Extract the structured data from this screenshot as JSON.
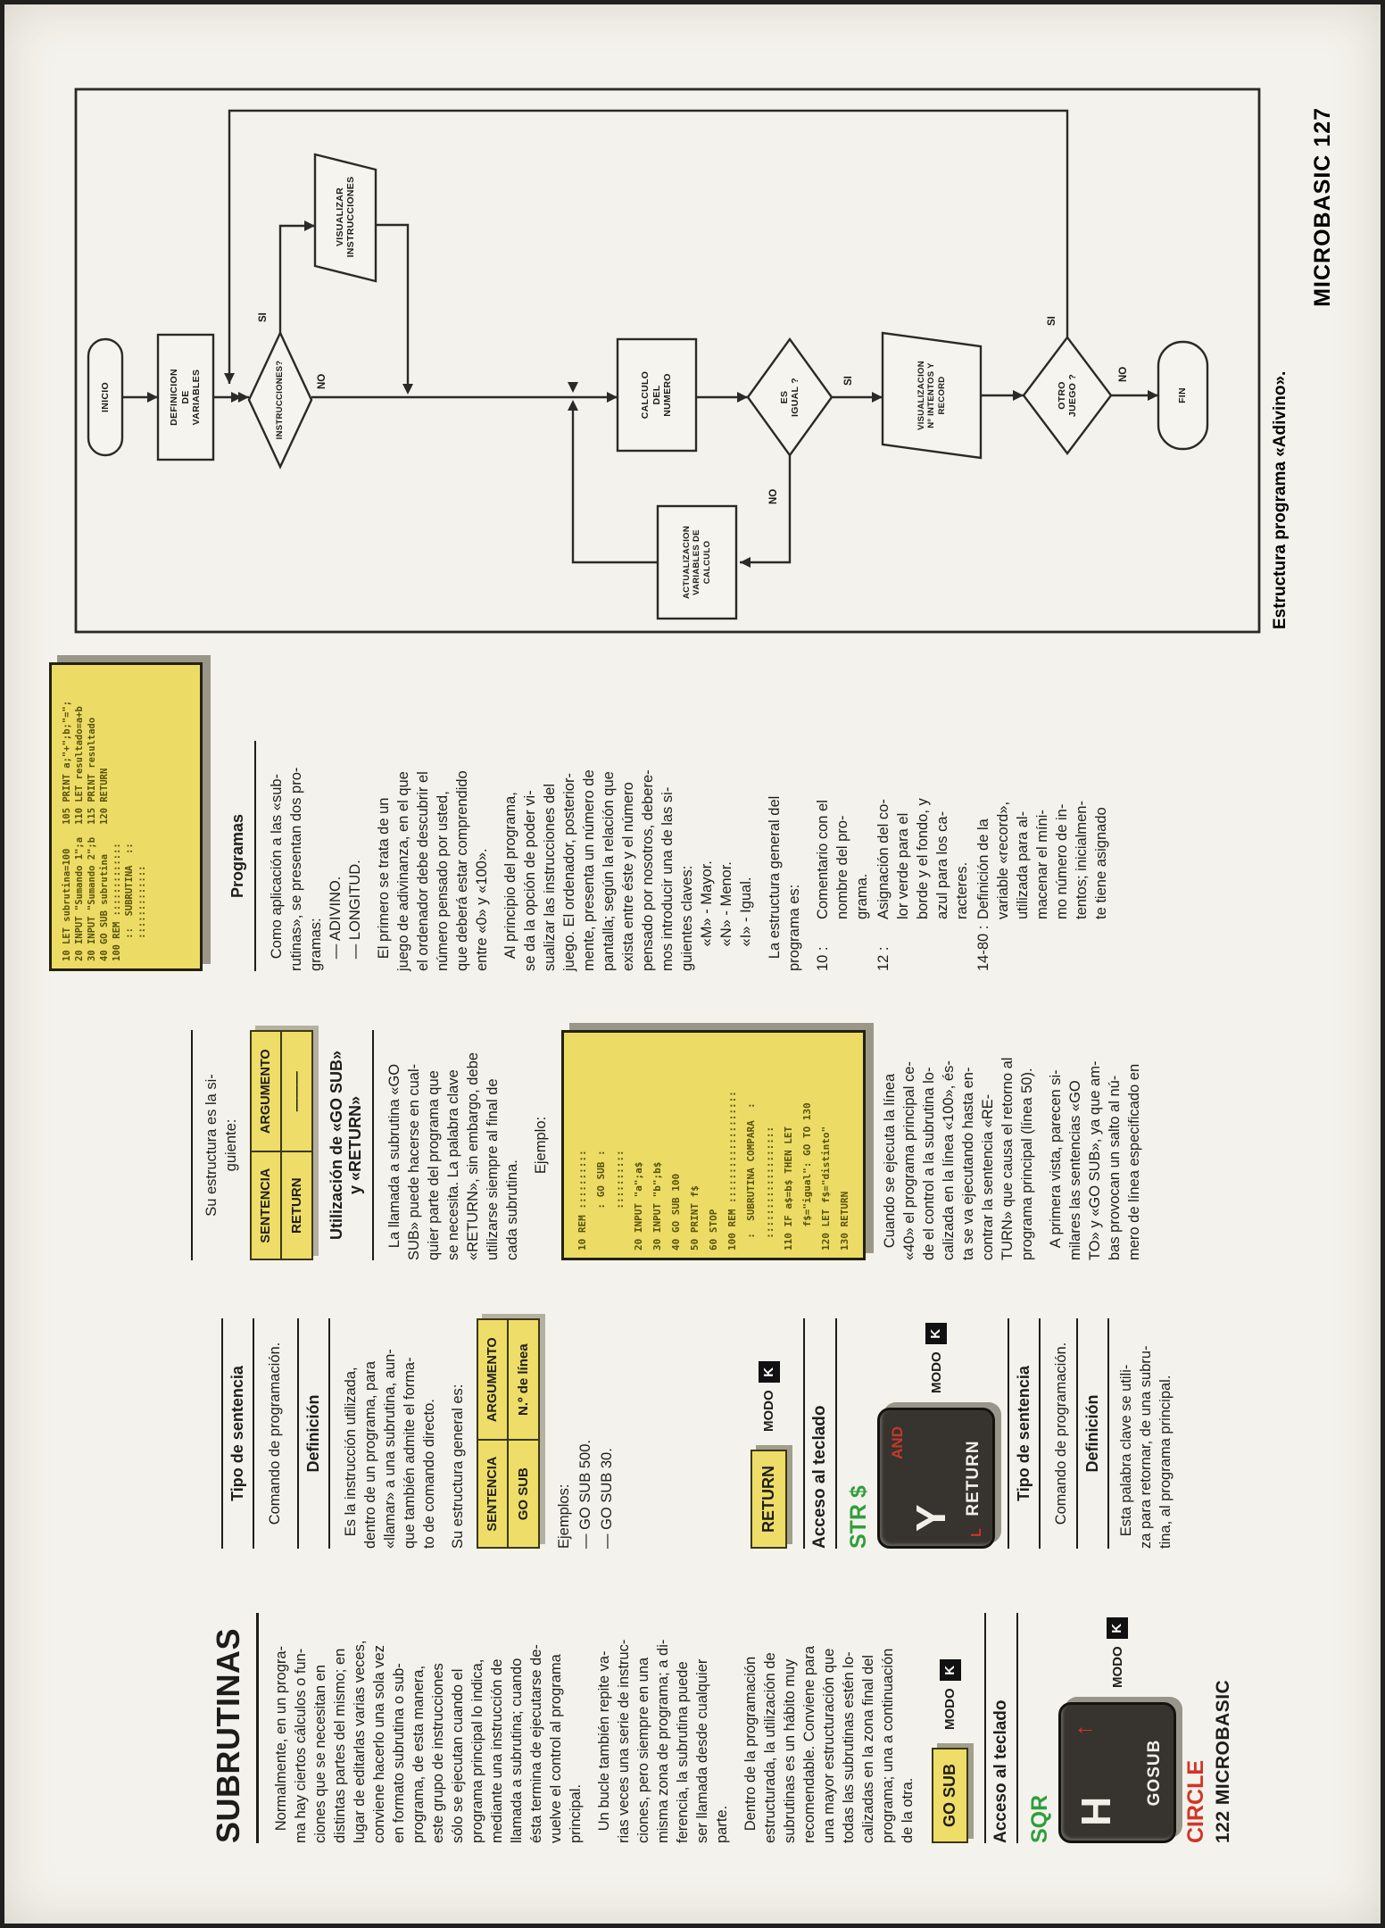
{
  "page": {
    "footer_left": "122 MICROBASIC",
    "footer_right": "MICROBASIC 127",
    "caption": "Estructura programa «Adivino».",
    "accent_yellow": "#eedd68",
    "key_dark": "#37332e",
    "green": "#2f9e3d",
    "red": "#d03527"
  },
  "col1": {
    "title": "SUBRUTINAS",
    "p1": "   Normalmente, en un progra-\nma hay ciertos cálculos o fun-\nciones que se necesitan en\ndistintas partes del mismo; en\nlugar de editarlas varias veces,\nconviene hacerlo una sola vez\nen formato subrutina o sub-\nprograma, de esta manera,\neste grupo de instrucciones\nsólo se ejecutan cuando el\nprograma principal lo indica,\nmediante una instrucción de\nllamada a subrutina; cuando\nésta termina de ejecutarse de-\nvuelve el control al programa\nprincipal.",
    "p2": "   Un bucle también repite va-\nrias veces una serie de instruc-\nciones, pero siempre en una\nmisma zona de programa; a di-\nferencia, la subrutina puede\nser llamada desde cualquier\nparte.",
    "p3": "   Dentro de la programación\nestructurada, la utilización de\nsubrutinas es un hábito muy\nrecomendable. Conviene para\nuna mayor estructuración que\ntodas las subrutinas estén lo-\ncalizadas en la zona final del\nprograma; una a continuación\nde la otra.",
    "chip": "GO SUB",
    "modo": "MODO",
    "modo_key": "K",
    "acceso": "Acceso al teclado",
    "green_word": "SQR",
    "key": {
      "letter": "H",
      "arrow": "↑",
      "word": "GOSUB"
    },
    "red_word": "CIRCLE"
  },
  "col2": {
    "h_tipo": "Tipo de sentencia",
    "comando": "Comando de programación.",
    "h_def": "Definición",
    "def": "   Es la instrucción utilizada,\ndentro de un programa, para\n«llamar» a una subrutina, aun-\nque también admite el forma-\nto de comando directo.",
    "estructura": "Su estructura general es:",
    "table": {
      "header": [
        "SENTENCIA",
        "ARGUMENTO"
      ],
      "row": [
        "GO SUB",
        "N.º de línea"
      ]
    },
    "ejemplos": "Ejemplos:",
    "ej1": "— GO SUB 500.",
    "ej2": "— GO SUB 30.",
    "chip": "RETURN",
    "modo": "MODO",
    "modo_key": "K",
    "acceso": "Acceso al teclado",
    "green_word": "STR $",
    "key": {
      "letter": "Y",
      "topword": "AND",
      "word": "RETURN",
      "extra": "L"
    },
    "h_tipo2": "Tipo de sentencia",
    "comando2": "Comando de programación.",
    "h_def2": "Definición",
    "def2": "   Esta palabra clave se utili-\nza para retornar, de una subru-\ntina, al programa principal."
  },
  "col3": {
    "estructura": "Su estructura es la si-\nguiente:",
    "table": {
      "header": [
        "SENTENCIA",
        "ARGUMENTO"
      ],
      "row": [
        "RETURN",
        "———"
      ]
    },
    "h_util": "Utilización de «GO SUB»\ny «RETURN»",
    "util": "   La llamada a subrutina «GO\nSUB» puede hacerse en cual-\nquier parte del programa que\nse necesita. La palabra clave\n«RETURN», sin embargo, debe\nutilizarse siempre al final de\ncada subrutina.",
    "ejemplo": "Ejemplo:",
    "code": "10 REM ::::::::::\n       : GO SUB :\n       ::::::::::\n20 INPUT \"a\";a$\n30 INPUT \"b\";b$\n40 GO SUB 100\n50 PRINT f$\n60 STOP\n100 REM :::::::::::::::::::\n  :  SUBRUTINA COMPARA  :\n  :::::::::::::::::::\n110 IF a$=b$ THEN LET\n    f$=\"igual\": GO TO 130\n120 LET f$=\"distinto\"\n130 RETURN",
    "cuando1": "   Cuando se ejecuta la línea\n«40» el programa principal ce-\nde el control a la subrutina lo-\ncalizada en la línea «100», és-\nta se va ejecutando hasta en-\ncontrar la sentencia «RE-\nTURN» que causa el retorno al\nprograma principal (línea 50).",
    "cuando2": "   A primera vista, parecen si-\nmilares las sentencias «GO\nTO» y «GO SUB», ya que am-\nbas provocan un salto al nú-\nmero de línea especificado en"
  },
  "col4": {
    "code_left": "10 LET subrutina=100\n20 INPUT \"Sumando 1\";a\n30 INPUT \"Sumando 2\";b\n40 GO SUB subrutina\n100 REM :::::::::::::\n    ::  SUBRUTINA  ::\n    :::::::::::::",
    "code_right": "105 PRINT a;\"+\";b;\"=\";\n110 LET resultado=a+b\n115 PRINT resultado\n120 RETURN",
    "h_prog": "Programas",
    "prog1": "   Como aplicación a las «sub-\nrutinas», se presentan dos pro-\ngramas:\n   — ADIVINO.\n   — LONGITUD.",
    "prog2": "   El primero se trata de un\njuego de adivinanza, en el que\nel ordenador debe descubrir el\nnúmero pensado por usted,\nque deberá estar comprendido\nentre «0» y «100».",
    "prog3": "   Al principio del programa,\nse da la opción de poder vi-\nsualizar las instrucciones del\njuego. El ordenador, posterior-\nmente, presenta un número de\npantalla; según la relación que\nexista entre éste y el número\npensado por nosotros, debere-\nmos introducir una de las si-\nguientes claves:\n      «M» - Mayor.\n      «N» - Menor.\n      «I» - Igual.",
    "prog4": "   La estructura general del\nprograma es:",
    "list": [
      {
        "n": "10 :",
        "t": "Comentario con el\nnombre del pro-\ngrama."
      },
      {
        "n": "12 :",
        "t": "Asignación del co-\nlor verde para el\nborde y el fondo, y\nazul para los ca-\nracteres."
      },
      {
        "n": "14-80 :",
        "t": "Definición de la\nvariable «record»,\nutilizada para al-\nmacenar el míni-\nmo número de in-\ntentos; inicialmen-\nte tiene asignado"
      }
    ]
  },
  "flowchart": {
    "inicio": "INICIO",
    "definicion": "DEFINICION\nDE\nVARIABLES",
    "instrucciones": "INSTRUCCIONES?",
    "visualizar": "VISUALIZAR\nINSTRUCCIONES",
    "calculo": "CALCULO\nDEL\nNUMERO",
    "actualizacion": "ACTUALIZACION\nVARIABLES DE\nCALCULO",
    "igual": "ES\nIGUAL ?",
    "visualizacion": "VISUALIZACION\nNº INTENTOS Y\nRECORD",
    "otro": "OTRO\nJUEGO ?",
    "fin": "FIN",
    "si": "SI",
    "no": "NO"
  }
}
